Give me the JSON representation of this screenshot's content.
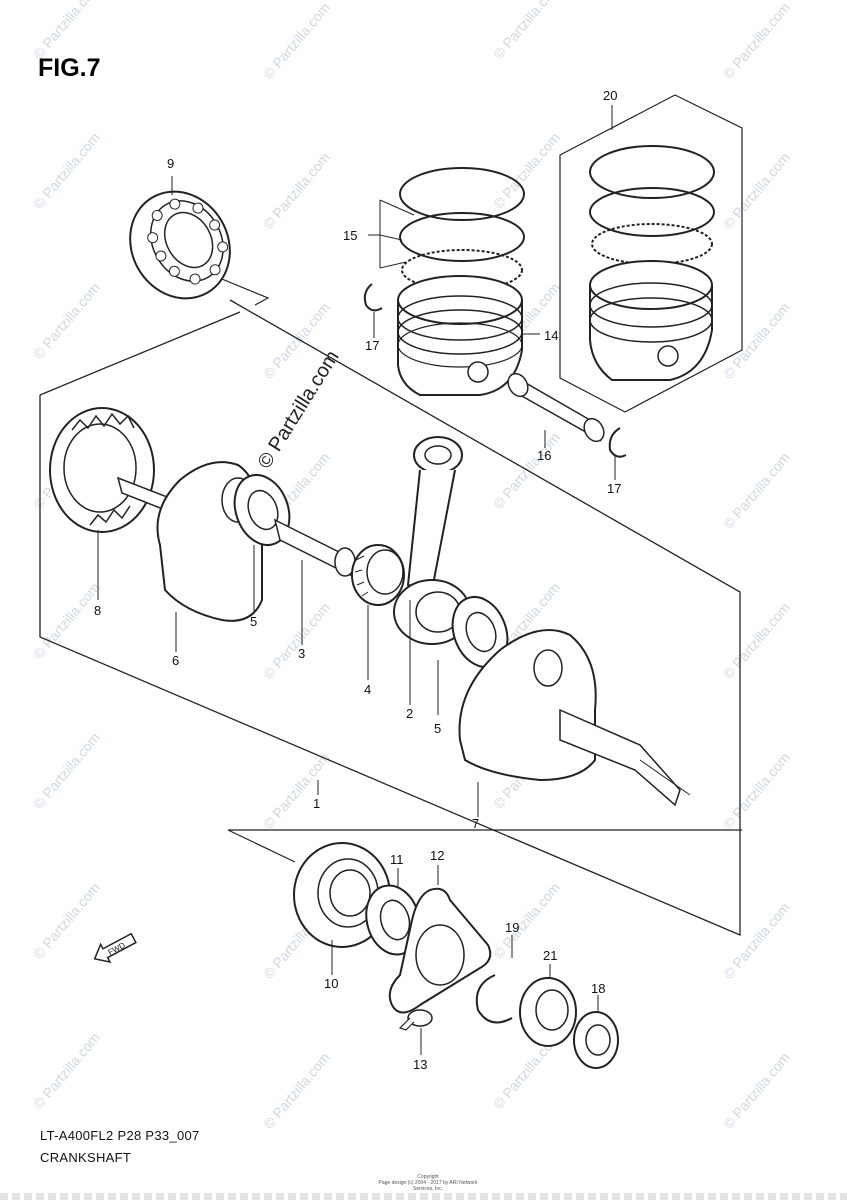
{
  "figure": {
    "title": "FIG.7",
    "page_code": "LT-A400FL2 P28 P33_007",
    "group_name": "CRANKSHAFT",
    "copyright_label": "Copyright",
    "copyright_line": "Page design (c) 2004 - 2017 by ARI Network Services, Inc.",
    "fwd_label": "FWD"
  },
  "watermark": {
    "text": "© Partzilla.com",
    "prominent_text": "© Partzilla.com"
  },
  "callouts": {
    "c1": "1",
    "c2": "2",
    "c3": "3",
    "c4": "4",
    "c5a": "5",
    "c5b": "5",
    "c6": "6",
    "c7": "7",
    "c8": "8",
    "c9": "9",
    "c10": "10",
    "c11": "11",
    "c12": "12",
    "c13": "13",
    "c14": "14",
    "c15": "15",
    "c16": "16",
    "c17a": "17",
    "c17b": "17",
    "c18": "18",
    "c19": "19",
    "c20": "20",
    "c21": "21"
  }
}
